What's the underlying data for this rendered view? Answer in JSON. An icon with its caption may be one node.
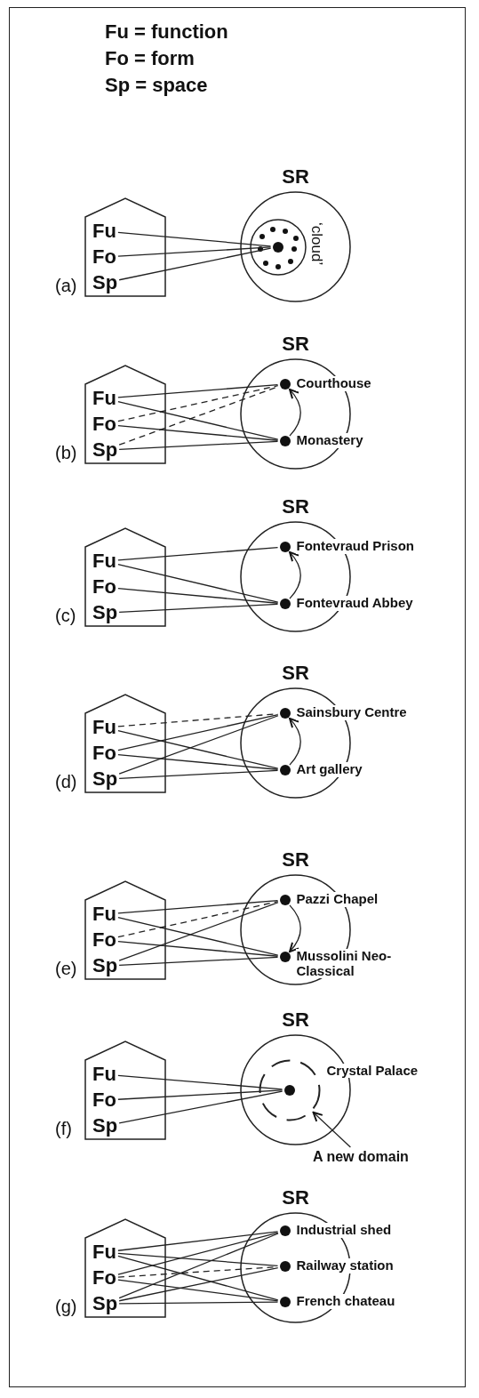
{
  "diagram": {
    "nodes": [
      {
        "text": [],
        "shape": "house"
      },
      {
        "text": [
          "Fu"
        ],
        "in": 0
      },
      {
        "text": [
          "Fo"
        ],
        "in": 0
      },
      {
        "text": [
          "Sp"
        ],
        "in": 0
      },
      {
        "text": [
          "SR"
        ]
      },
      {
        "text": [
          "‘cloud’"
        ],
        "in": 4
      },
      {
        "text": [],
        "shape": "circle",
        "in": 5
      },
      {
        "text": [],
        "shape": "house"
      },
      {
        "text": [
          "Fu"
        ],
        "in": 7
      },
      {
        "text": [
          "Fo"
        ],
        "in": 7
      },
      {
        "text": [
          "Sp"
        ],
        "in": 7
      },
      {
        "text": [
          "SR"
        ]
      },
      {
        "text": [],
        "shape": "circle",
        "in": 11,
        "beside": [
          "Courthouse"
        ]
      },
      {
        "text": [],
        "shape": "circle",
        "in": 11,
        "beside": [
          "Monastery"
        ]
      },
      {
        "text": [],
        "shape": "house"
      },
      {
        "text": [
          "Fu"
        ],
        "in": 14
      },
      {
        "text": [
          "Fo"
        ],
        "in": 14
      },
      {
        "text": [
          "Sp"
        ],
        "in": 14
      },
      {
        "text": [
          "SR"
        ]
      },
      {
        "text": [],
        "shape": "circle",
        "in": 18,
        "beside": [
          "Fontevraud Prison"
        ]
      },
      {
        "text": [],
        "shape": "circle",
        "in": 18,
        "beside": [
          "Fontevraud Abbey"
        ]
      },
      {
        "text": [],
        "shape": "house"
      },
      {
        "text": [
          "Fu"
        ],
        "in": 21
      },
      {
        "text": [
          "Fo"
        ],
        "in": 21
      },
      {
        "text": [
          "Sp"
        ],
        "in": 21
      },
      {
        "text": [
          "SR"
        ]
      },
      {
        "text": [],
        "shape": "circle",
        "in": 25,
        "beside": [
          "Sainsbury Centre"
        ]
      },
      {
        "text": [],
        "shape": "circle",
        "in": 25,
        "beside": [
          "Art gallery"
        ]
      },
      {
        "text": [],
        "shape": "house"
      },
      {
        "text": [
          "Fu"
        ],
        "in": 28
      },
      {
        "text": [
          "Fo"
        ],
        "in": 28
      },
      {
        "text": [
          "Sp"
        ],
        "in": 28
      },
      {
        "text": [
          "SR"
        ]
      },
      {
        "text": [],
        "shape": "circle",
        "in": 32,
        "beside": [
          "Pazzi Chapel"
        ]
      },
      {
        "text": [],
        "shape": "circle",
        "in": 32,
        "beside": [
          "Mussolini Neo-Classical"
        ]
      },
      {
        "text": [],
        "shape": "house"
      },
      {
        "text": [
          "Fu"
        ],
        "in": 35
      },
      {
        "text": [
          "Fo"
        ],
        "in": 35
      },
      {
        "text": [
          "Sp"
        ],
        "in": 35
      },
      {
        "text": [
          "SR"
        ]
      },
      {
        "text": [],
        "shape": "circle",
        "in": 39
      },
      {
        "text": [],
        "shape": "circle",
        "in": 40,
        "beside": [
          "Crystal Palace"
        ]
      },
      {
        "text": [
          "A new domain"
        ]
      },
      {
        "text": [],
        "shape": "house"
      },
      {
        "text": [
          "Fu"
        ],
        "in": 43
      },
      {
        "text": [
          "Fo"
        ],
        "in": 43
      },
      {
        "text": [
          "Sp"
        ],
        "in": 43
      },
      {
        "text": [
          "SR"
        ]
      },
      {
        "text": [],
        "shape": "circle",
        "in": 47,
        "beside": [
          "Industrial shed"
        ]
      },
      {
        "text": [],
        "shape": "circle",
        "in": 47,
        "beside": [
          "Railway station"
        ]
      },
      {
        "text": [],
        "shape": "circle",
        "in": 47,
        "beside": [
          "French chateau"
        ]
      }
    ],
    "edges": [
      {
        "from": 1,
        "to": 6,
        "arrow": "none"
      },
      {
        "from": 2,
        "to": 6,
        "arrow": "none"
      },
      {
        "from": 3,
        "to": 6,
        "arrow": "none"
      },
      {
        "from": 8,
        "to": 12,
        "arrow": "none"
      },
      {
        "from": 8,
        "to": 13,
        "arrow": "none"
      },
      {
        "from": 9,
        "to": 12,
        "arrow": "none",
        "style": "dashed"
      },
      {
        "from": 9,
        "to": 13,
        "arrow": "none"
      },
      {
        "from": 10,
        "to": 12,
        "arrow": "none",
        "style": "dashed"
      },
      {
        "from": 10,
        "to": 13,
        "arrow": "none"
      },
      {
        "from": 13,
        "to": 12,
        "arrow": "to"
      },
      {
        "from": 15,
        "to": 19,
        "arrow": "none"
      },
      {
        "from": 15,
        "to": 20,
        "arrow": "none"
      },
      {
        "from": 16,
        "to": 20,
        "arrow": "none"
      },
      {
        "from": 17,
        "to": 20,
        "arrow": "none"
      },
      {
        "from": 20,
        "to": 19,
        "arrow": "to"
      },
      {
        "from": 22,
        "to": 26,
        "arrow": "none",
        "style": "dashed"
      },
      {
        "from": 22,
        "to": 27,
        "arrow": "none"
      },
      {
        "from": 23,
        "to": 26,
        "arrow": "none"
      },
      {
        "from": 23,
        "to": 27,
        "arrow": "none"
      },
      {
        "from": 24,
        "to": 26,
        "arrow": "none"
      },
      {
        "from": 24,
        "to": 27,
        "arrow": "none"
      },
      {
        "from": 27,
        "to": 26,
        "arrow": "to"
      },
      {
        "from": 29,
        "to": 33,
        "arrow": "none"
      },
      {
        "from": 29,
        "to": 34,
        "arrow": "none"
      },
      {
        "from": 30,
        "to": 33,
        "arrow": "none",
        "style": "dashed"
      },
      {
        "from": 30,
        "to": 34,
        "arrow": "none"
      },
      {
        "from": 31,
        "to": 33,
        "arrow": "none"
      },
      {
        "from": 31,
        "to": 34,
        "arrow": "none"
      },
      {
        "from": 33,
        "to": 34,
        "arrow": "to"
      },
      {
        "from": 36,
        "to": 41,
        "arrow": "none"
      },
      {
        "from": 37,
        "to": 41,
        "arrow": "none"
      },
      {
        "from": 38,
        "to": 41,
        "arrow": "none"
      },
      {
        "from": 42,
        "to": 40,
        "arrow": "to"
      },
      {
        "from": 44,
        "to": 48,
        "arrow": "none"
      },
      {
        "from": 44,
        "to": 49,
        "arrow": "none"
      },
      {
        "from": 44,
        "to": 50,
        "arrow": "none"
      },
      {
        "from": 45,
        "to": 48,
        "arrow": "none"
      },
      {
        "from": 45,
        "to": 49,
        "arrow": "none",
        "style": "dashed"
      },
      {
        "from": 45,
        "to": 50,
        "arrow": "none"
      },
      {
        "from": 46,
        "to": 48,
        "arrow": "none"
      },
      {
        "from": 46,
        "to": 49,
        "arrow": "none"
      },
      {
        "from": 46,
        "to": 50,
        "arrow": "none"
      }
    ],
    "labels": [
      "Fu = function",
      "Fo = form",
      "Sp = space",
      "(a)",
      "(b)",
      "(c)",
      "(d)",
      "(e)",
      "(f)",
      "(g)"
    ]
  }
}
